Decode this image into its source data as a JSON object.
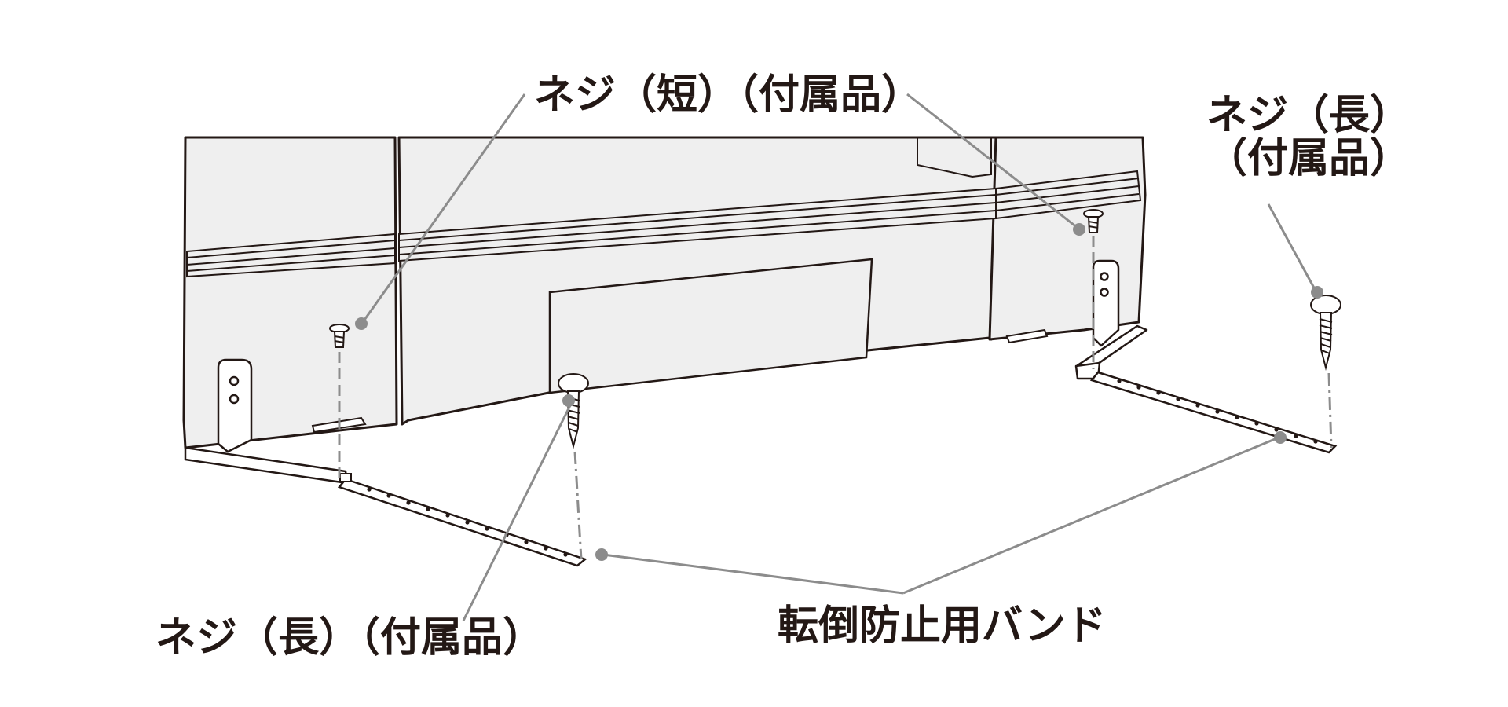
{
  "callouts": {
    "screw_short": "ネジ（短）（付属品）",
    "screw_long_front": "ネジ（長）（付属品）",
    "screw_long_right_line1": "ネジ（長）",
    "screw_long_right_line2": "（付属品）",
    "band": "転倒防止用バンド"
  },
  "colors": {
    "ink": "#231815",
    "leader": "#8c8c8c",
    "panel_fill": "#efefef",
    "panel_stroke": "#231815"
  }
}
